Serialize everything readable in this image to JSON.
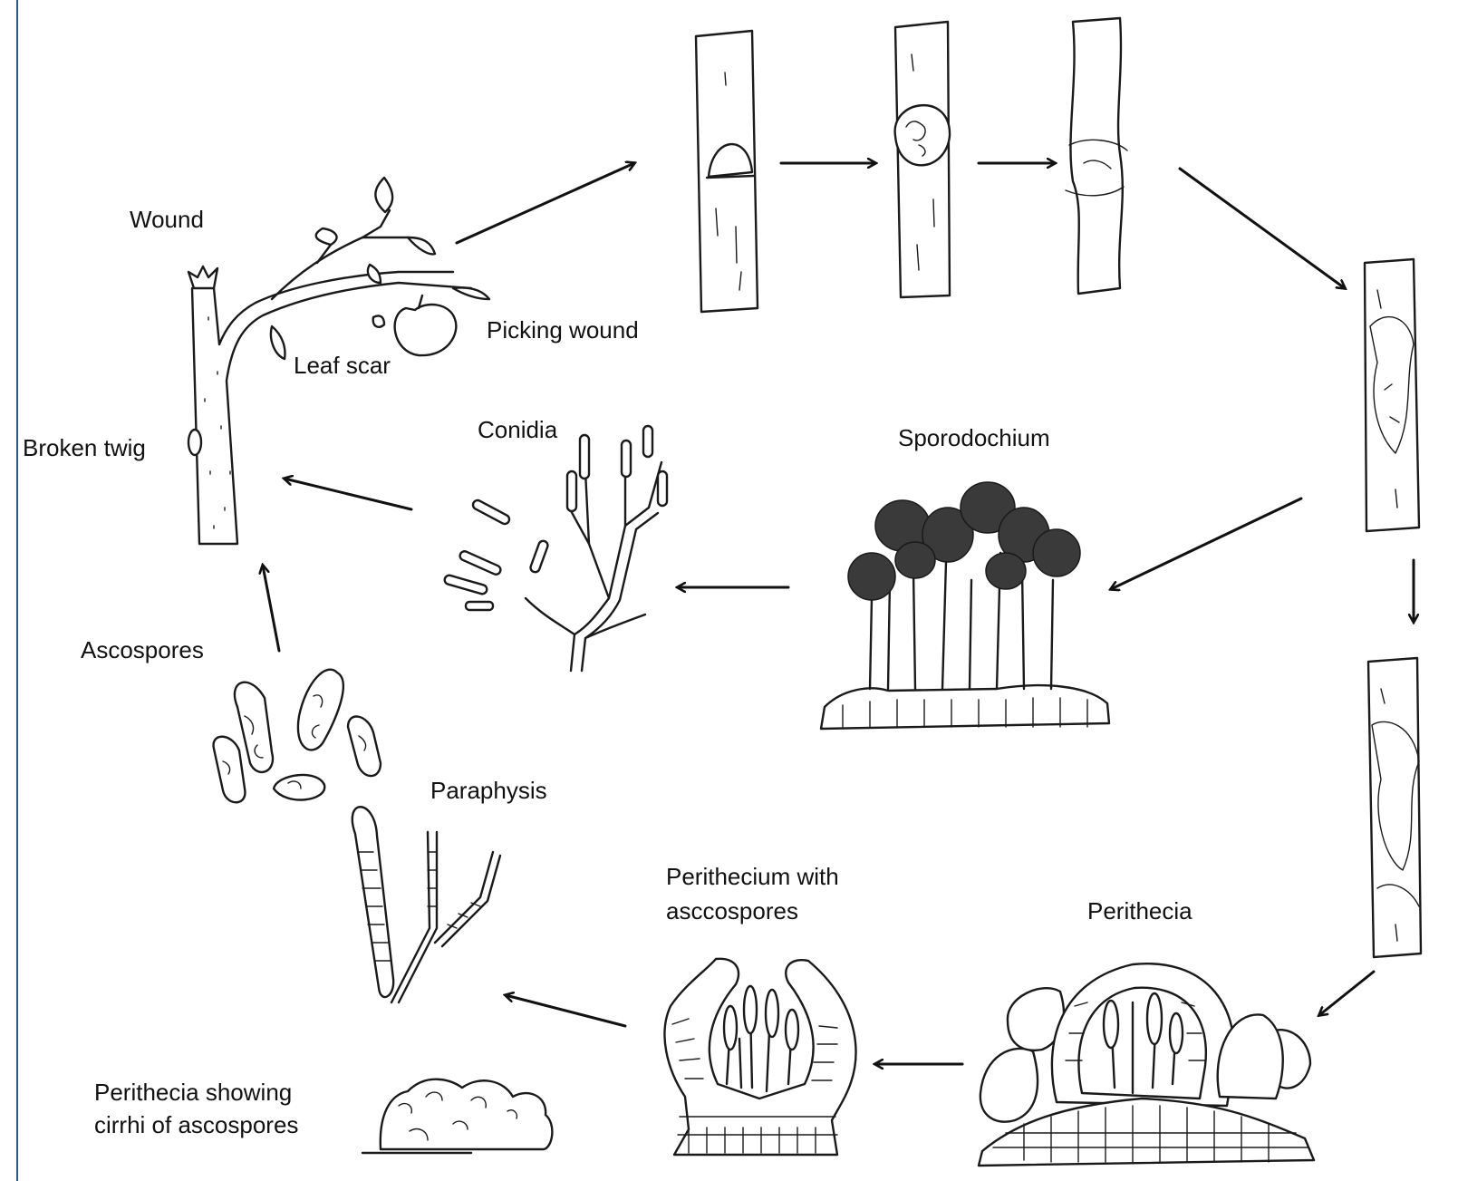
{
  "labels": {
    "wound": "Wound",
    "picking_wound": "Picking wound",
    "leaf_scar": "Leaf scar",
    "broken_twig": "Broken twig",
    "conidia": "Conidia",
    "sporodochium": "Sporodochium",
    "ascospores": "Ascospores",
    "paraphysis": "Paraphysis",
    "perithecium_line1": "Perithecium with",
    "perithecium_line2": "asccospores",
    "perithecia": "Perithecia",
    "cirrhi_line1": "Perithecia showing",
    "cirrhi_line2": "cirrhi of ascospores"
  },
  "colors": {
    "ink": "#1a1a1a",
    "frame": "#2f5597",
    "background": "#ffffff"
  }
}
